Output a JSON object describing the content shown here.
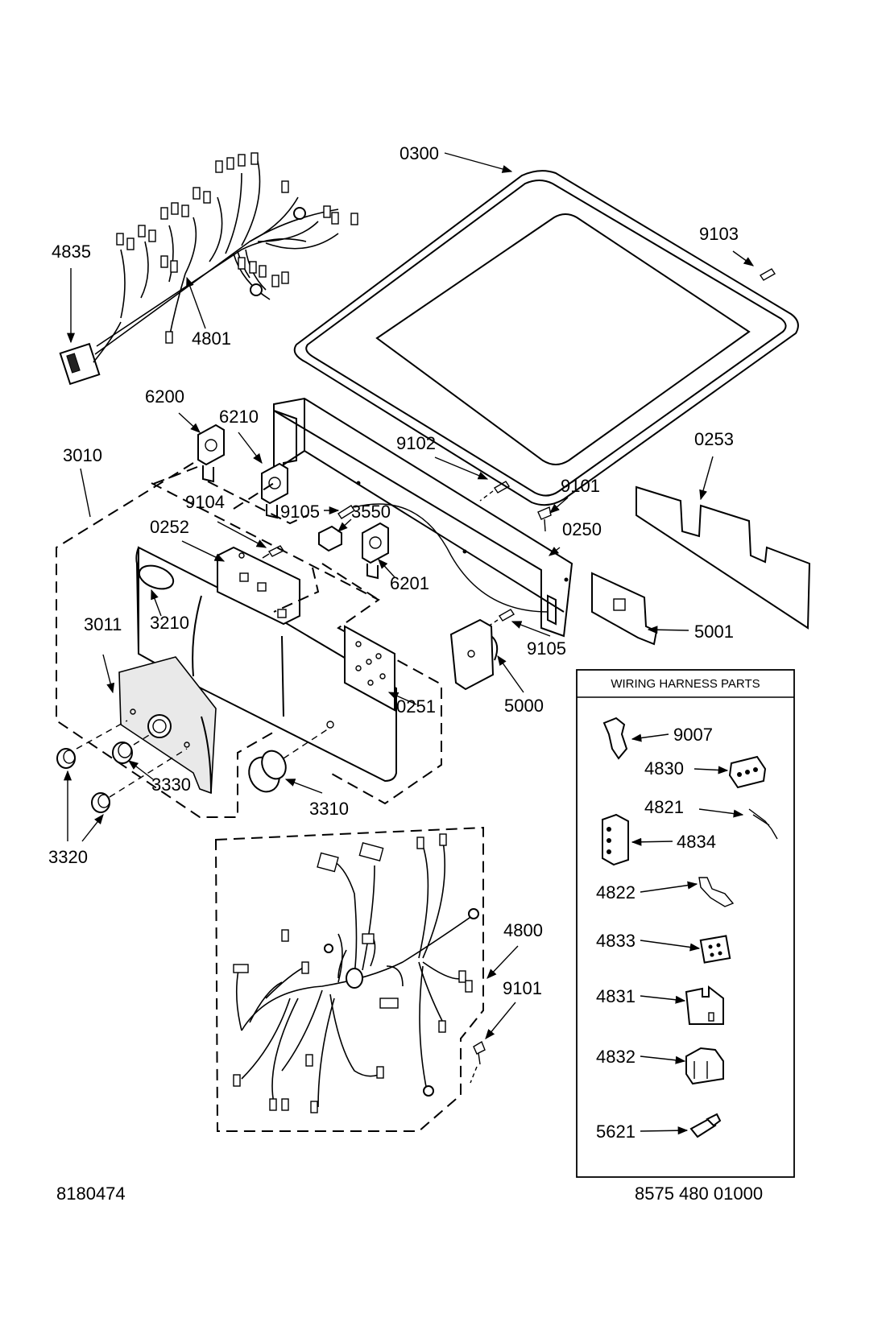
{
  "diagram": {
    "labels": {
      "p0300": "0300",
      "p9103": "9103",
      "p4835": "4835",
      "p4801": "4801",
      "p6200": "6200",
      "p6210": "6210",
      "p3010": "3010",
      "p9102": "9102",
      "p0253": "0253",
      "p9104": "9104",
      "p9105a": "9105",
      "p3550": "3550",
      "p9101a": "9101",
      "p0252": "0252",
      "p0250": "0250",
      "p6201": "6201",
      "p3210": "3210",
      "p3011": "3011",
      "p9105b": "9105",
      "p5001": "5001",
      "p0251": "0251",
      "p5000": "5000",
      "p3330": "3330",
      "p3310": "3310",
      "p3320": "3320",
      "p4800": "4800",
      "p9101b": "9101"
    },
    "harness_box": {
      "title": "WIRING HARNESS PARTS",
      "p9007": "9007",
      "p4830": "4830",
      "p4821": "4821",
      "p4834": "4834",
      "p4822": "4822",
      "p4833": "4833",
      "p4831": "4831",
      "p4832": "4832",
      "p5621": "5621"
    },
    "footer": {
      "left": "8180474",
      "right": "8575 480 01000"
    }
  }
}
